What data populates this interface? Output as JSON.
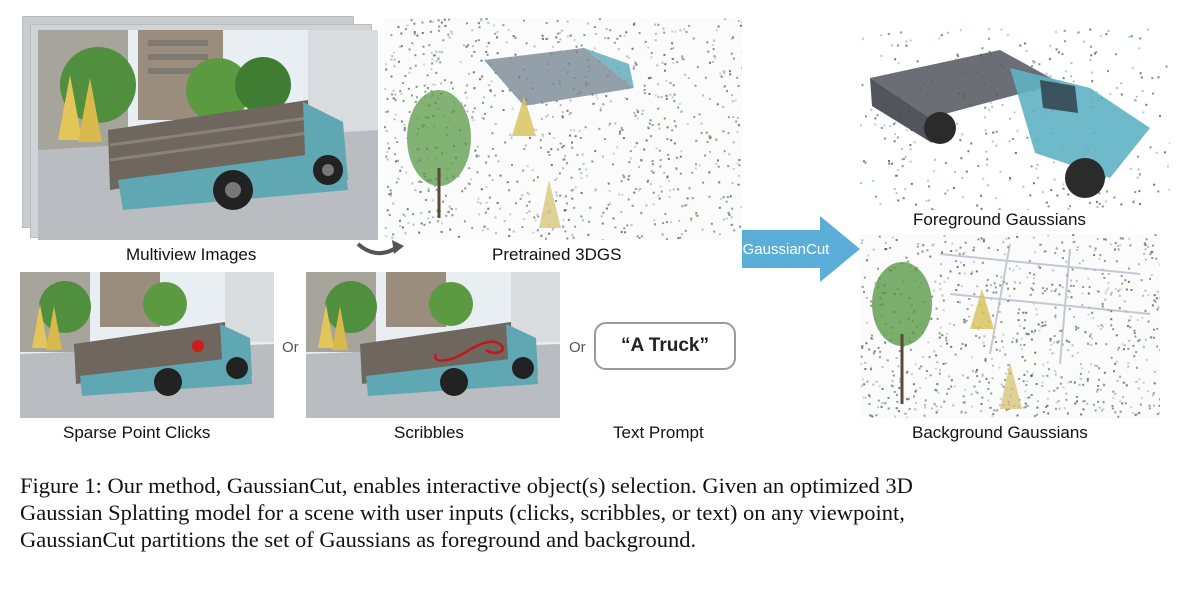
{
  "labels": {
    "multiview": "Multiview Images",
    "pretrained": "Pretrained 3DGS",
    "foreground": "Foreground Gaussians",
    "background": "Background Gaussians",
    "sparse_clicks": "Sparse Point Clicks",
    "scribbles": "Scribbles",
    "text_prompt": "Text Prompt",
    "or_1": "Or",
    "or_2": "Or"
  },
  "prompt_text": "“A Truck”",
  "arrow_label": "GaussianCut",
  "caption": {
    "line1": "Figure 1: Our method, GaussianCut, enables interactive object(s) selection. Given an optimized 3D",
    "line2": "Gaussian Splatting model for a scene with user inputs (clicks, scribbles, or text) on any viewpoint,",
    "line3": "GaussianCut partitions the set of Gaussians as foreground and background."
  },
  "colors": {
    "arrow": "#5aaed8",
    "truck_body": "#5fa8b3",
    "truck_bed": "#6f665d",
    "sky": "#e9eef2",
    "ground": "#b9bcc0",
    "foliage": "#4f8f3d",
    "umbrella": "#e3c65a",
    "scribble": "#c0181b",
    "click": "#cc1c1c"
  }
}
